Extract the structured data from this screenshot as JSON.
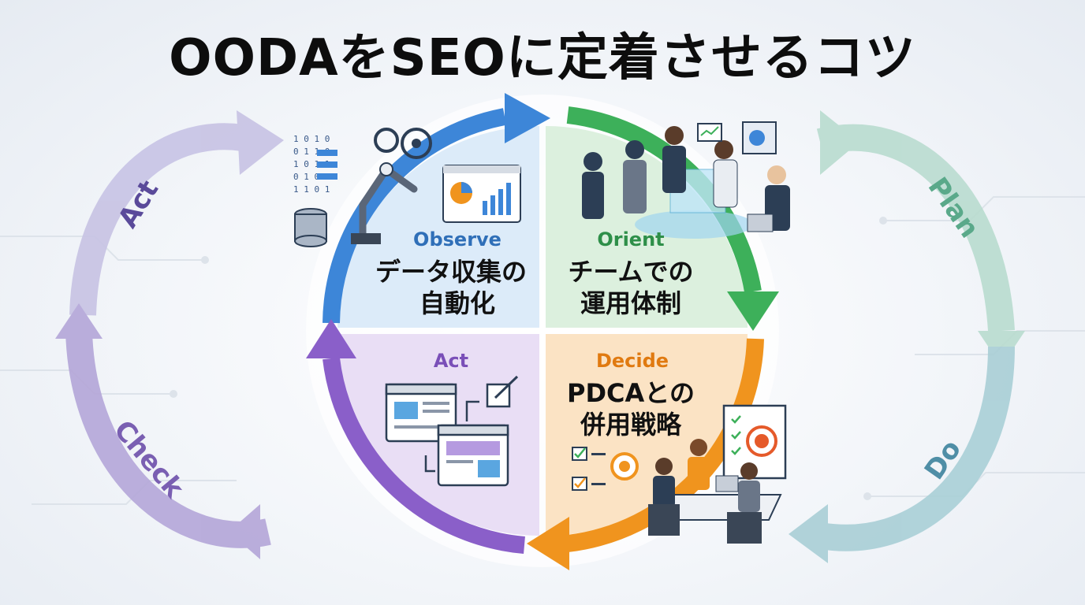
{
  "title": "OODAをSEOに定着させるコツ",
  "quadrants": {
    "observe": {
      "label": "Observe",
      "line1": "データ収集の",
      "line2": "自動化"
    },
    "orient": {
      "label": "Orient",
      "line1": "チームでの",
      "line2": "運用体制"
    },
    "act": {
      "label": "Act"
    },
    "decide": {
      "label": "Decide",
      "line1": "PDCAとの",
      "line2": "併用戦略"
    }
  },
  "pdca": {
    "plan": "Plan",
    "do": "Do",
    "check": "Check",
    "act": "Act"
  },
  "colors": {
    "observe": "#3d86d8",
    "orient": "#3db05a",
    "act": "#8a5fc9",
    "decide": "#f0941e",
    "pdca_left": "#b9b3dc",
    "pdca_right": "#a9d2c6"
  },
  "icons": {
    "observe": "data-robot-dashboard-icon",
    "orient": "team-hologram-icon",
    "act": "browser-windows-icon",
    "decide": "meeting-target-icon"
  }
}
